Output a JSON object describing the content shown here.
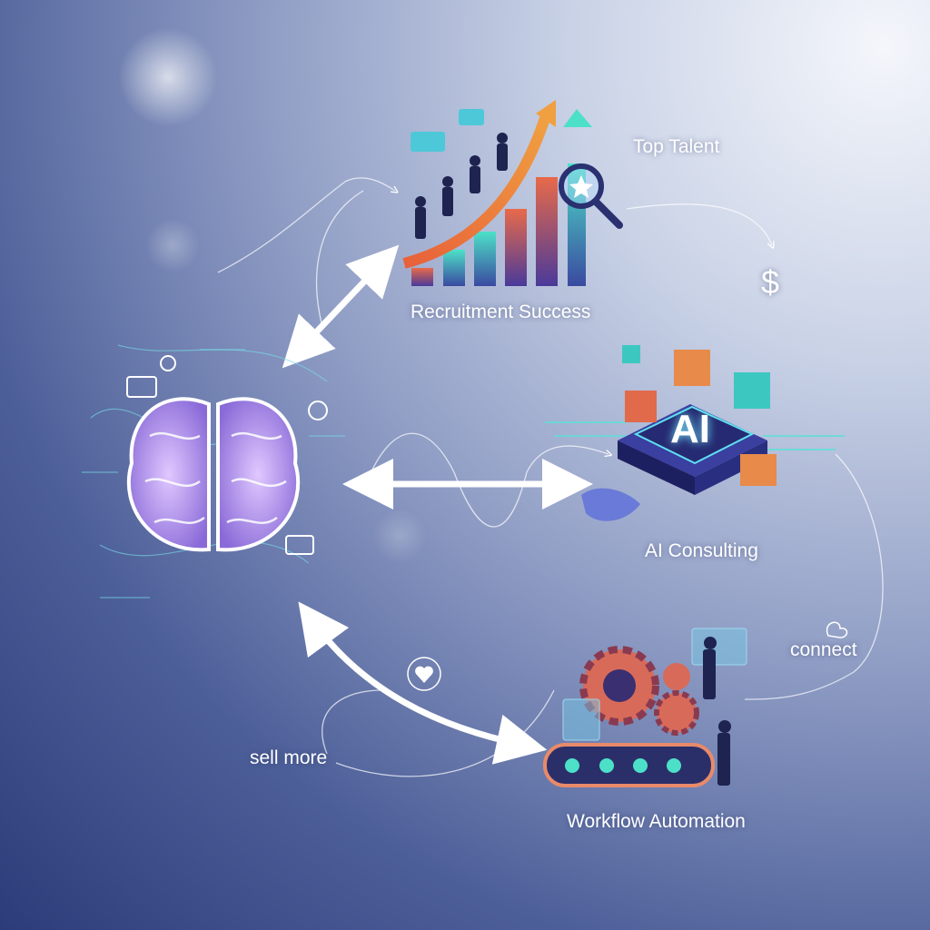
{
  "labels": {
    "top_talent": "Top Talent",
    "dollar": "$",
    "recruitment": "Recruitment Success",
    "ai_chip": "AI",
    "ai_consulting": "AI Consulting",
    "connect": "connect",
    "sell_more": "sell more",
    "workflow": "Workflow Automation"
  },
  "colors": {
    "arrow": "#ffffff",
    "brain": "#b89ae8",
    "bar_gradient_top": "#e86a4a",
    "bar_gradient_bottom": "#5a3fa0",
    "chip": "#2b2f6e",
    "cube_orange": "#e88a4a",
    "cube_teal": "#3cc8c0"
  }
}
